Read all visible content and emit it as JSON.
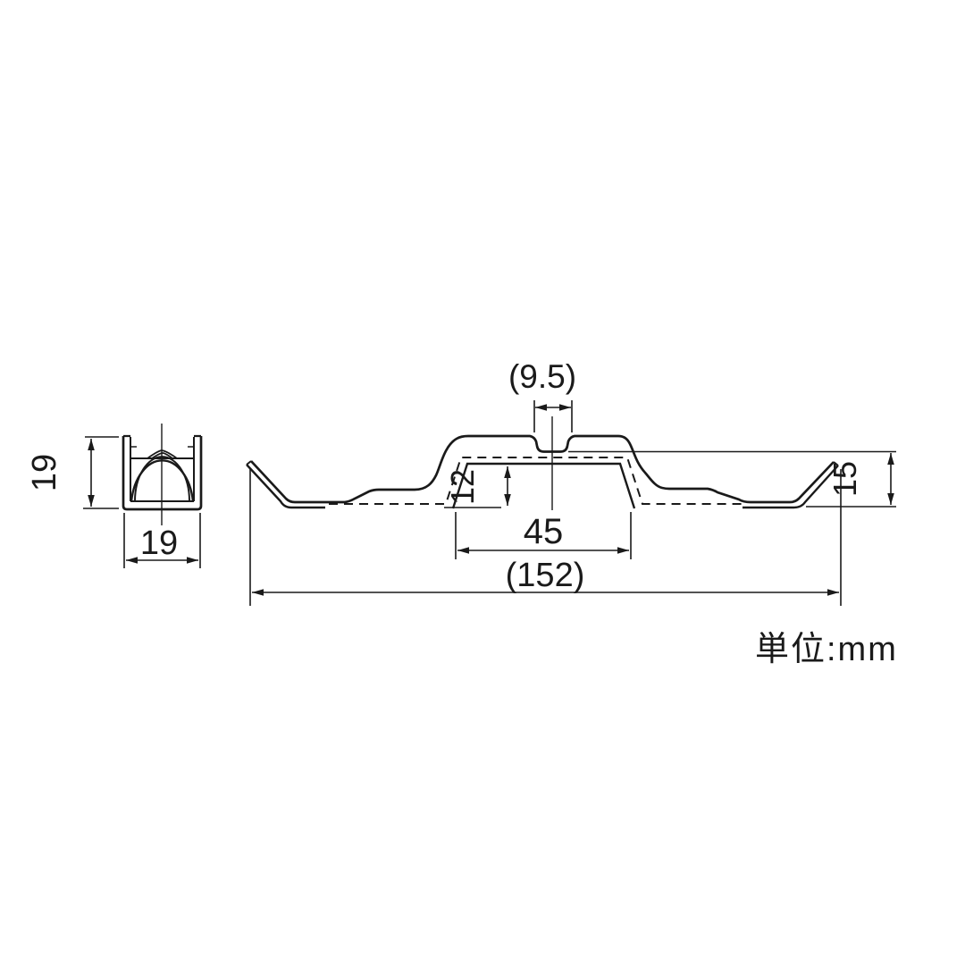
{
  "drawing": {
    "unit_note": "単位:mm",
    "colors": {
      "line": "#1a1a1a",
      "dimension_line": "#222222",
      "background": "#ffffff"
    },
    "end_view": {
      "height_label": "19",
      "width_label": "19"
    },
    "profile_view": {
      "groove_width_label": "(9.5)",
      "channel_inner_height_label": "12",
      "channel_width_label": "45",
      "overall_width_label": "(152)",
      "lip_height_label": "15"
    }
  }
}
